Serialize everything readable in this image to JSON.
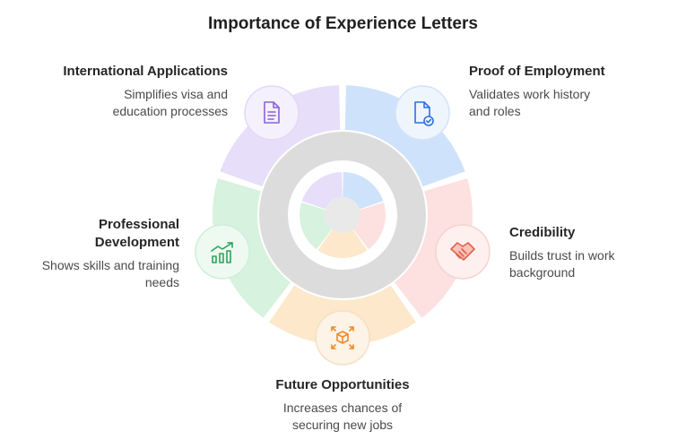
{
  "title": "Importance of Experience Letters",
  "segments": [
    {
      "id": "proof",
      "title": "Proof of Employment",
      "desc_lines": [
        "Validates work history",
        "and roles"
      ],
      "color": "#cfe2fb",
      "icon": "document-check-icon",
      "accent": "#2f6fe0"
    },
    {
      "id": "credibility",
      "title": "Credibility",
      "desc_lines": [
        "Builds trust in work",
        "background"
      ],
      "color": "#fde0e0",
      "icon": "handshake-icon",
      "accent": "#e4604e"
    },
    {
      "id": "future",
      "title": "Future Opportunities",
      "desc_lines": [
        "Increases chances of",
        "securing new jobs"
      ],
      "color": "#fde8cc",
      "icon": "package-expand-icon",
      "accent": "#ee8a2c"
    },
    {
      "id": "professional",
      "title_lines": [
        "Professional",
        "Development"
      ],
      "desc_lines": [
        "Shows skills and training",
        "needs"
      ],
      "color": "#d7f2de",
      "icon": "growth-chart-icon",
      "accent": "#2fa35b"
    },
    {
      "id": "international",
      "title": "International Applications",
      "desc_lines": [
        "Simplifies visa and",
        "education processes"
      ],
      "color": "#e7def9",
      "icon": "document-text-icon",
      "accent": "#8a63d2"
    }
  ]
}
